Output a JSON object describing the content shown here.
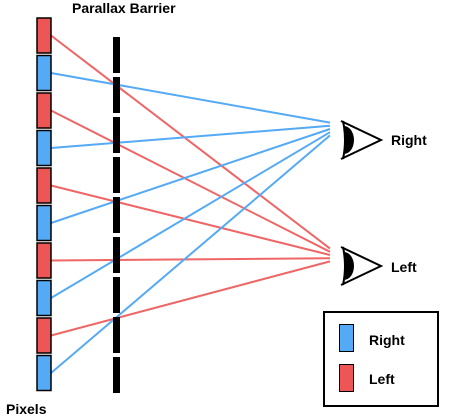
{
  "title": "Parallax Barrier",
  "pixels_label": "Pixels",
  "eyes": {
    "right_label": "Right",
    "left_label": "Left"
  },
  "legend": {
    "items": [
      {
        "label": "Right",
        "color": "#55aaf5"
      },
      {
        "label": "Left",
        "color": "#ee5555"
      }
    ]
  },
  "colors": {
    "right_pixel": "#55aaf5",
    "left_pixel": "#ee5555",
    "right_ray": "#55aaf5",
    "left_ray": "#ee6666",
    "barrier": "#000000"
  },
  "pixel_sequence": [
    "Left",
    "Right",
    "Left",
    "Right",
    "Left",
    "Right",
    "Left",
    "Right",
    "Left",
    "Right"
  ],
  "barrier_segment_count": 9,
  "icons": [
    "right-eye-icon",
    "left-eye-icon"
  ]
}
